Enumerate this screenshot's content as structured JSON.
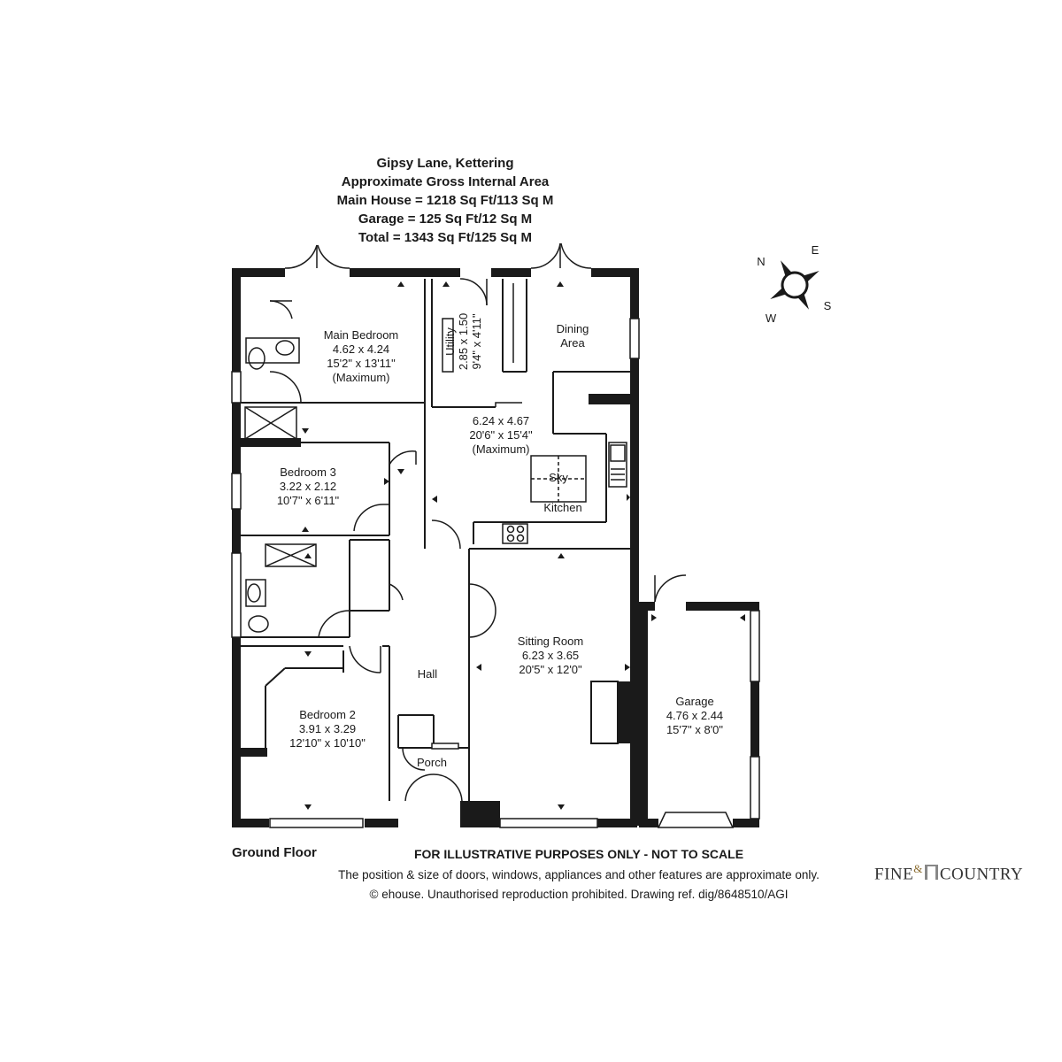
{
  "header": {
    "title": "Gipsy Lane, Kettering",
    "subtitle": "Approximate Gross Internal Area",
    "main_house": "Main House = 1218 Sq Ft/113 Sq M",
    "garage": "Garage = 125 Sq Ft/12 Sq M",
    "total": "Total = 1343 Sq Ft/125 Sq M"
  },
  "compass": {
    "n": "N",
    "e": "E",
    "s": "S",
    "w": "W"
  },
  "rooms": {
    "main_bedroom": [
      "Main Bedroom",
      "4.62 x 4.24",
      "15'2\" x 13'11\"",
      "(Maximum)"
    ],
    "utility": [
      "Utility",
      "2.85 x 1.50",
      "9'4\" x 4'11\""
    ],
    "dining": [
      "Dining",
      "Area"
    ],
    "kitchen_dims": [
      "6.24 x 4.67",
      "20'6\" x 15'4\"",
      "(Maximum)"
    ],
    "sky": "Sky",
    "kitchen": "Kitchen",
    "bedroom3": [
      "Bedroom 3",
      "3.22 x 2.12",
      "10'7\" x 6'11\""
    ],
    "sitting": [
      "Sitting Room",
      "6.23 x 3.65",
      "20'5\" x 12'0\""
    ],
    "hall": "Hall",
    "garage": [
      "Garage",
      "4.76 x 2.44",
      "15'7\" x 8'0\""
    ],
    "bedroom2": [
      "Bedroom 2",
      "3.91 x 3.29",
      "12'10\" x 10'10\""
    ],
    "porch": "Porch"
  },
  "footer": {
    "floor": "Ground Floor",
    "disclaimer": "FOR ILLUSTRATIVE PURPOSES ONLY - NOT TO SCALE",
    "note1": "The position & size of doors, windows, appliances and other features are approximate only.",
    "note2": "© ehouse. Unauthorised reproduction prohibited. Drawing ref. dig/8648510/AGI"
  },
  "logo": {
    "left": "FINE",
    "amp": "&",
    "right": "COUNTRY"
  }
}
